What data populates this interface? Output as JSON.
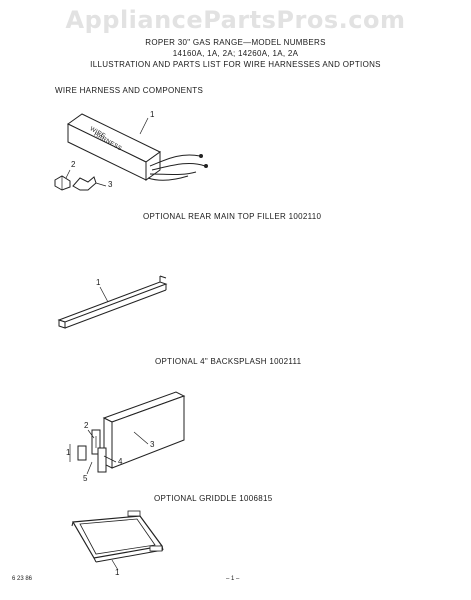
{
  "watermark": "AppliancePartsPros.com",
  "header": {
    "line1": "ROPER 30\" GAS RANGE—MODEL NUMBERS",
    "line2": "14160A, 1A, 2A;  14260A, 1A, 2A",
    "line3": "ILLUSTRATION AND PARTS LIST FOR WIRE HARNESSES AND OPTIONS"
  },
  "sections": {
    "harness": {
      "title": "WIRE HARNESS AND COMPONENTS",
      "box_text_1": "WIRE",
      "box_text_2": "HARNESS",
      "callouts": [
        "1",
        "2",
        "3"
      ]
    },
    "filler": {
      "title": "OPTIONAL REAR MAIN TOP FILLER 1002110",
      "callouts": [
        "1"
      ]
    },
    "backsplash": {
      "title": "OPTIONAL 4\" BACKSPLASH 1002111",
      "callouts": [
        "1",
        "2",
        "3",
        "4",
        "5"
      ]
    },
    "griddle": {
      "title": "OPTIONAL GRIDDLE 1006815",
      "callouts": [
        "1"
      ]
    }
  },
  "footer": {
    "date": "6 23 86",
    "page": "– 1 –"
  }
}
